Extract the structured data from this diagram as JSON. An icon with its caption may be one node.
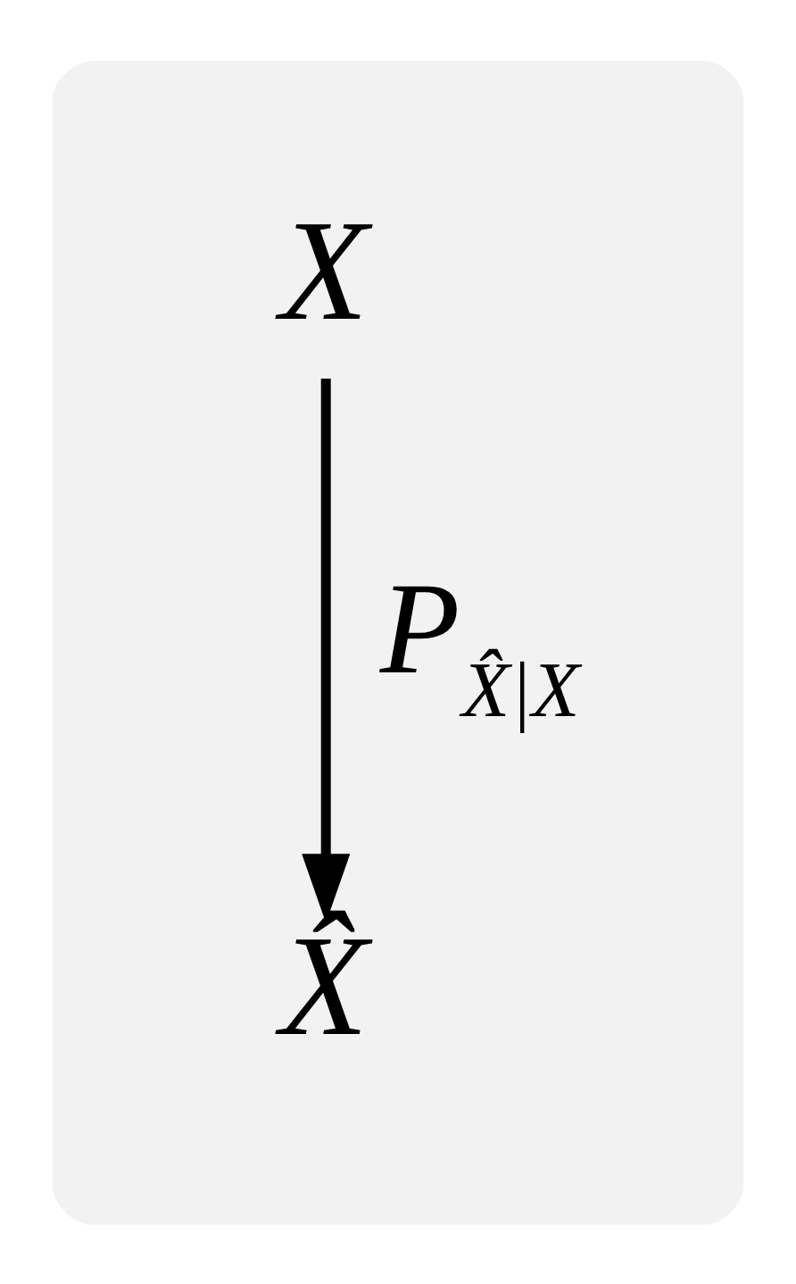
{
  "diagram": {
    "nodes": [
      {
        "text": [],
        "shape": "box"
      },
      {
        "text": [
          "X"
        ],
        "in": 0
      },
      {
        "text": [
          "X̂"
        ],
        "in": 0
      }
    ],
    "edges": [
      {
        "from": 1,
        "to": 2,
        "arrow": "to",
        "label": "P$_{X̂|X}$"
      }
    ]
  }
}
